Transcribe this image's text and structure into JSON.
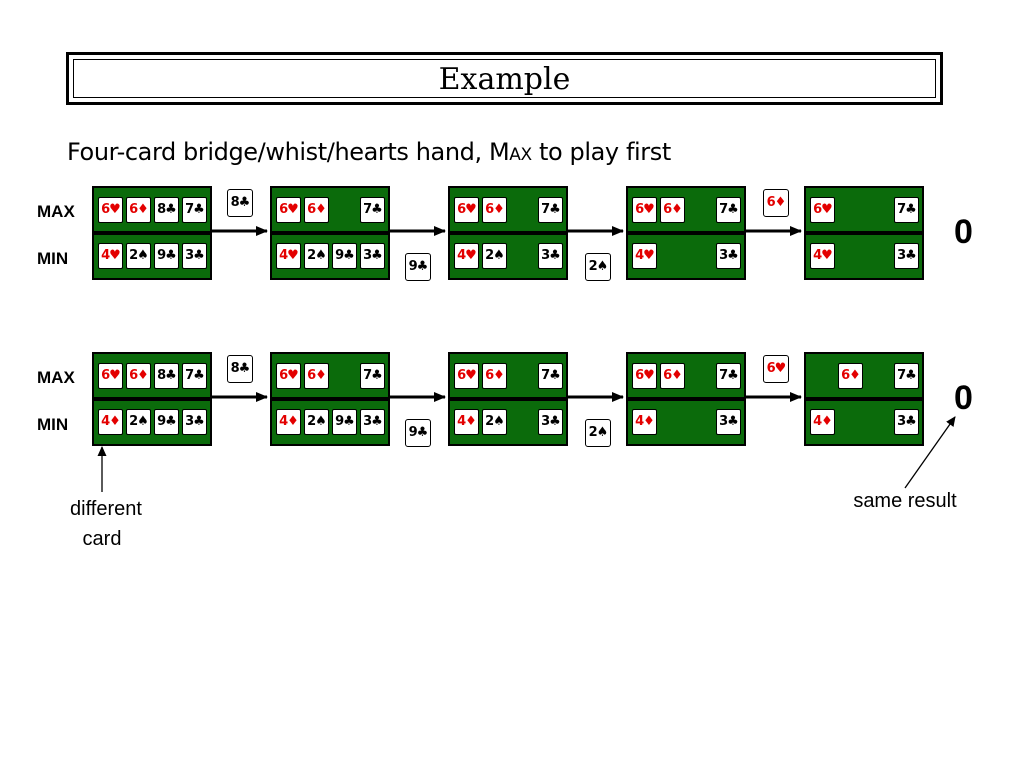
{
  "slide": {
    "title": "Example",
    "subtitle_lead": "Four-card bridge/whist/hearts hand, ",
    "subtitle_sc": "Max",
    "subtitle_tail": " to play first"
  },
  "labels": {
    "max": "MAX",
    "min": "MIN"
  },
  "colors": {
    "table_green": "#0b6b0b",
    "red_suit": "#e30000",
    "black_suit": "#000000"
  },
  "sequences": [
    {
      "hands": [
        {
          "max": [
            "6♥",
            "6♦",
            "8♣",
            "7♣"
          ],
          "min": [
            "4♥",
            "2♠",
            "9♣",
            "3♣"
          ]
        },
        {
          "max": [
            "6♥",
            "6♦",
            "",
            "7♣"
          ],
          "min": [
            "4♥",
            "2♠",
            "9♣",
            "3♣"
          ]
        },
        {
          "max": [
            "6♥",
            "6♦",
            "",
            "7♣"
          ],
          "min": [
            "4♥",
            "2♠",
            "",
            "3♣"
          ]
        },
        {
          "max": [
            "6♥",
            "6♦",
            "",
            "7♣"
          ],
          "min": [
            "4♥",
            "",
            "",
            "3♣"
          ]
        },
        {
          "max": [
            "6♥",
            "",
            "",
            "7♣"
          ],
          "min": [
            "4♥",
            "",
            "",
            "3♣"
          ]
        }
      ],
      "played": [
        "8♣",
        "9♣",
        "2♠",
        "6♦"
      ],
      "result": "0"
    },
    {
      "hands": [
        {
          "max": [
            "6♥",
            "6♦",
            "8♣",
            "7♣"
          ],
          "min": [
            "4♦",
            "2♠",
            "9♣",
            "3♣"
          ]
        },
        {
          "max": [
            "6♥",
            "6♦",
            "",
            "7♣"
          ],
          "min": [
            "4♦",
            "2♠",
            "9♣",
            "3♣"
          ]
        },
        {
          "max": [
            "6♥",
            "6♦",
            "",
            "7♣"
          ],
          "min": [
            "4♦",
            "2♠",
            "",
            "3♣"
          ]
        },
        {
          "max": [
            "6♥",
            "6♦",
            "",
            "7♣"
          ],
          "min": [
            "4♦",
            "",
            "",
            "3♣"
          ]
        },
        {
          "max": [
            "",
            "6♦",
            "",
            "7♣"
          ],
          "min": [
            "4♦",
            "",
            "",
            "3♣"
          ]
        }
      ],
      "played": [
        "8♣",
        "9♣",
        "2♠",
        "6♥"
      ],
      "result": "0"
    }
  ],
  "annotations": {
    "different_card_line1": "different",
    "different_card_line2": "card",
    "same_result": "same result"
  }
}
